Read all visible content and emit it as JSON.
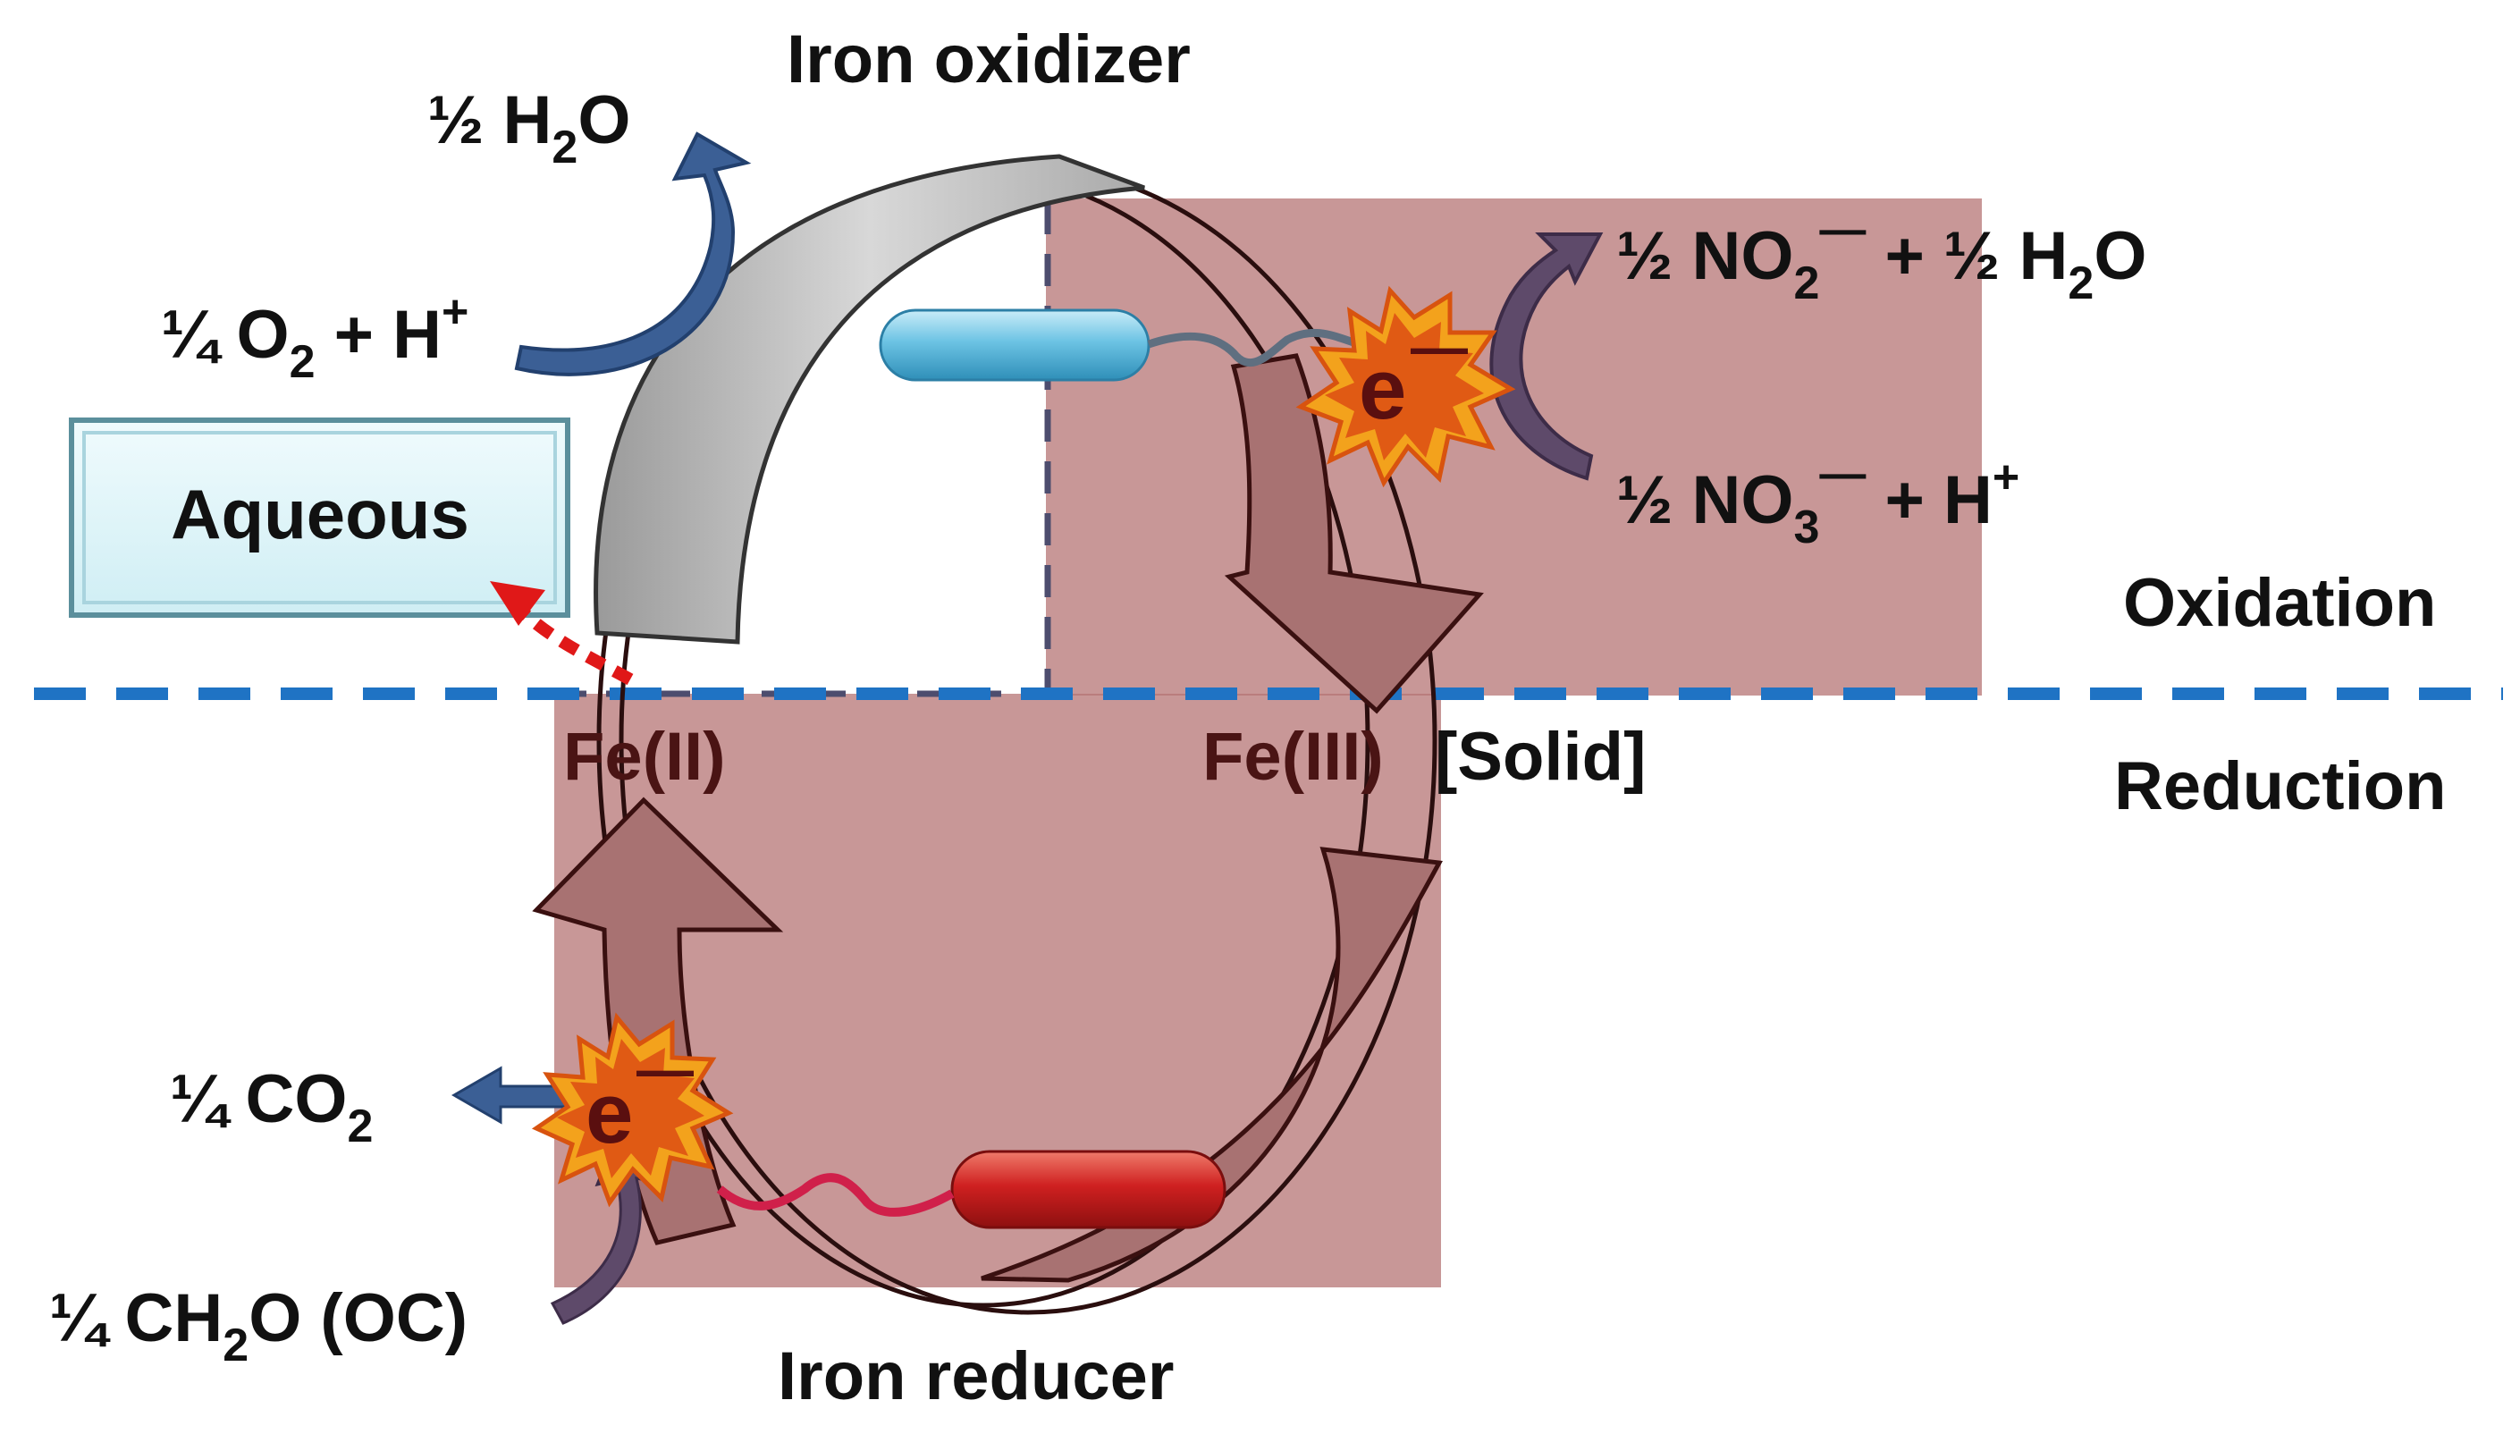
{
  "labels": {
    "iron_oxidizer": "Iron oxidizer",
    "iron_reducer": "Iron reducer",
    "oxidation": "Oxidation",
    "reduction": "Reduction",
    "aqueous": "Aqueous",
    "fe2": "Fe(II)",
    "fe3": "Fe(III)",
    "solid": "[Solid]"
  },
  "species": {
    "water_top": {
      "coef": "½ H",
      "sub": "2",
      "tail": "O"
    },
    "oxygen": {
      "coef": "¼ O",
      "sub": "2",
      "tail": " + H",
      "sup": "+"
    },
    "nitrite": {
      "coef": "½ NO",
      "sub": "2",
      "sup": "—",
      "tail": " + ½ H",
      "sub2": "2",
      "tail2": "O"
    },
    "nitrate": {
      "coef": "½ NO",
      "sub": "3",
      "sup": "—",
      "tail": " + H",
      "sup2": "+"
    },
    "co2": {
      "coef": "¼ CO",
      "sub": "2"
    },
    "ch2o": {
      "coef": "¼ CH",
      "sub": "2",
      "tail": "O (OC)"
    }
  },
  "electron": {
    "symbol": "e",
    "charge": "—"
  },
  "colors": {
    "shade": "#b57474",
    "divider": "#1f73c4",
    "curved_arrow": "#3b5f95",
    "purple_arrow": "#5e4a6a",
    "oxidizer_cell": "#6cc3e4",
    "reducer_cell": "#c81e1e",
    "red_dotted": "#e01818",
    "burst_outer": "#f3a21c",
    "burst_inner": "#e05a14"
  }
}
